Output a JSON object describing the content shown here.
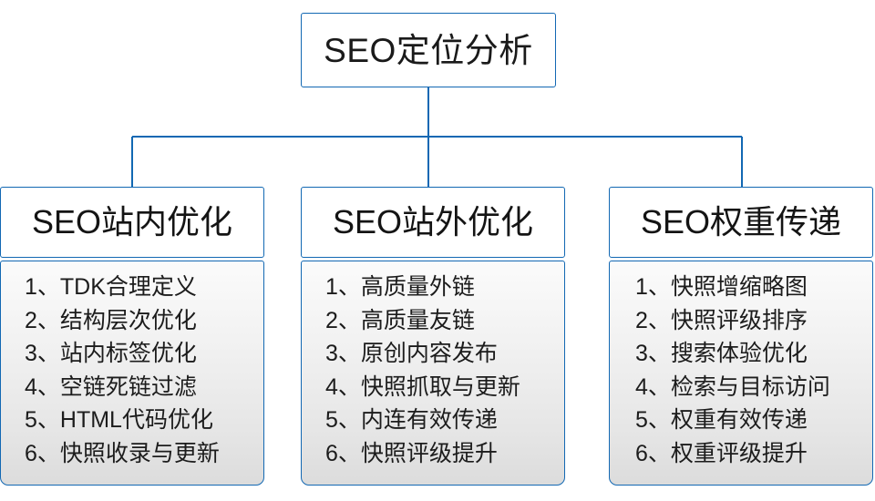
{
  "diagram": {
    "type": "organization-tree",
    "accent_color": "#1268b3",
    "text_color": "#1a1a1a",
    "body_background": "#eeeeee",
    "root": {
      "label": "SEO定位分析"
    },
    "branches": [
      {
        "id": "on-site",
        "header": "SEO站内优化",
        "items": [
          "1、TDK合理定义",
          "2、结构层次优化",
          "3、站内标签优化",
          "4、空链死链过滤",
          "5、HTML代码优化",
          "6、快照收录与更新"
        ]
      },
      {
        "id": "off-site",
        "header": "SEO站外优化",
        "items": [
          "1、高质量外链",
          "2、高质量友链",
          "3、原创内容发布",
          "4、快照抓取与更新",
          "5、内连有效传递",
          "6、快照评级提升"
        ]
      },
      {
        "id": "weight-transfer",
        "header": "SEO权重传递",
        "items": [
          "1、快照增缩略图",
          "2、快照评级排序",
          "3、搜索体验优化",
          "4、检索与目标访问",
          "5、权重有效传递",
          "6、权重评级提升"
        ]
      }
    ]
  }
}
